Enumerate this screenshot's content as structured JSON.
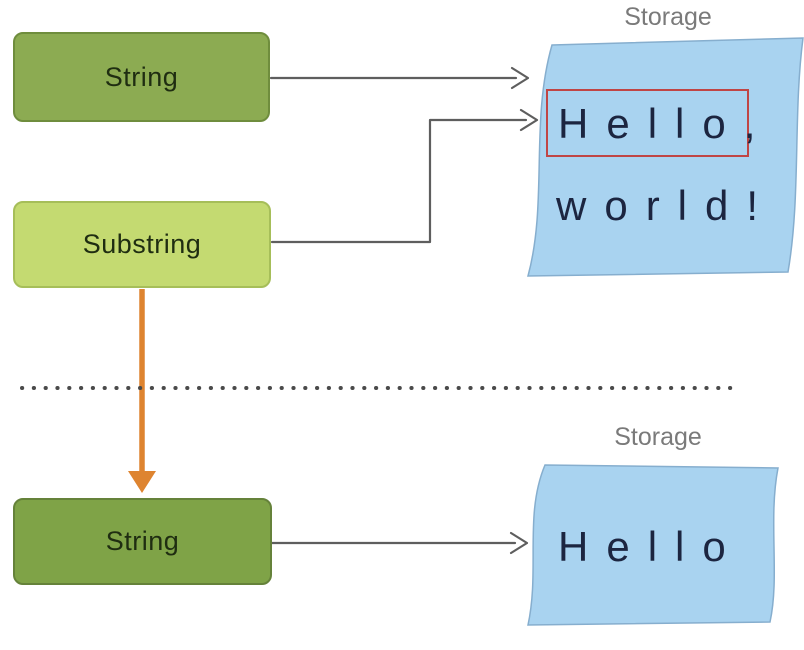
{
  "colors": {
    "string_fill": "#8CAB52",
    "string_border": "#6F8D3D",
    "string_bottom_fill": "#7FA347",
    "string_bottom_border": "#65823A",
    "substring_fill": "#C4DA71",
    "substring_border": "#A6BE59",
    "storage_fill": "#A9D3F0",
    "storage_border": "#86AECE",
    "storage_text": "#1C2540",
    "box_text": "#1F2D11",
    "label_gray": "#7A7A7A",
    "arrow_gray": "#5E5E5E",
    "arrow_orange": "#DE8430",
    "highlight_red": "#C04545",
    "divider_gray": "#4A4A4A"
  },
  "top_section": {
    "string_label": "String",
    "substring_label": "Substring",
    "storage_title": "Storage",
    "storage_line1": "Hello,",
    "storage_line2": "world!",
    "highlighted_text": "Hello"
  },
  "bottom_section": {
    "string_label": "String",
    "storage_title": "Storage",
    "storage_text": "Hello"
  }
}
